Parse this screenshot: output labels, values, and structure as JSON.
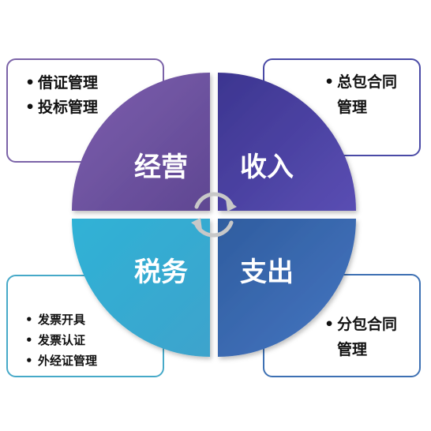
{
  "quadrants": {
    "tl": {
      "label": "经营",
      "color": "#6a4f9c"
    },
    "tr": {
      "label": "收入",
      "color": "#473d98"
    },
    "bl": {
      "label": "税务",
      "color": "#39aed0"
    },
    "br": {
      "label": "支出",
      "color": "#3a63a8"
    }
  },
  "boxes": {
    "tl": {
      "items": [
        "借证管理",
        "投标管理"
      ]
    },
    "tr": {
      "items": [
        "总包合同",
        "管理"
      ]
    },
    "bl": {
      "items": [
        "发票开具",
        "发票认证",
        "外经证管理"
      ]
    },
    "br": {
      "items": [
        "分包合同",
        "管理"
      ]
    }
  },
  "cycle_icon": "circular-arrows-icon"
}
